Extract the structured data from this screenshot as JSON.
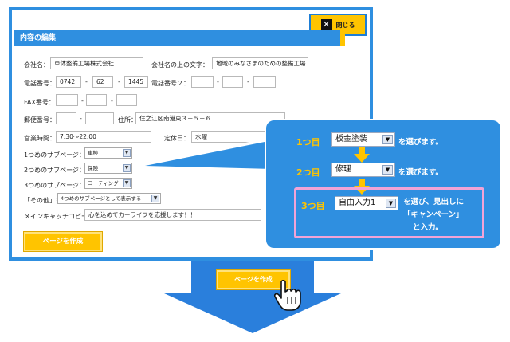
{
  "panel": {
    "close_label": "閉じる",
    "section_title": "内容の編集"
  },
  "form": {
    "company_label": "会社名：",
    "company_value": "車体整備工場株式会社",
    "tagline_label": "会社名の上の文字：",
    "tagline_value": "地域のみなさまのための整備工場",
    "phone_label": "電話番号：",
    "phone1": "0742",
    "phone2": "62",
    "phone3": "1445",
    "phone_alt_label": "電話番号２：",
    "fax_label": "FAX番号：",
    "zip_label": "郵便番号：",
    "address_label": "住所：",
    "address_value": "住之江区南港東３－５－６",
    "hours_label": "営業時間：",
    "hours_value": "7:30〜22:00",
    "holiday_label": "定休日：",
    "holiday_value": "水曜",
    "sub1_label": "1つめのサブページ：",
    "sub1_value": "車検",
    "sub2_label": "2つめのサブページ：",
    "sub2_value": "保険",
    "sub3_label": "3つめのサブページ：",
    "sub3_value": "コーティング",
    "other_label": "「その他」を",
    "other_value": "4つめのサブページとして表示する",
    "catch_label": "メインキャッチコピー：",
    "catch_value": "心を込めてカーライフを応援します！！",
    "create_label": "ページを作成",
    "dash": "-"
  },
  "callout": {
    "step1_label": "1つ目",
    "step1_value": "板金塗装",
    "step1_text": "を選びます。",
    "step2_label": "2つ目",
    "step2_value": "修理",
    "step2_text": "を選びます。",
    "step3_label": "3つ目",
    "step3_value": "自由入力1",
    "step3_text_1": "を選び、見出しに",
    "step3_text_2": "「キャンペーン」",
    "step3_text_3": "と入力。"
  },
  "bottom": {
    "create_label": "ページを作成"
  },
  "colors": {
    "frame_blue": "#2f8fe0",
    "accent_yellow": "#ffc400",
    "highlight_pink": "#f2a3d6",
    "arrow_blue": "#2a7fdc"
  }
}
